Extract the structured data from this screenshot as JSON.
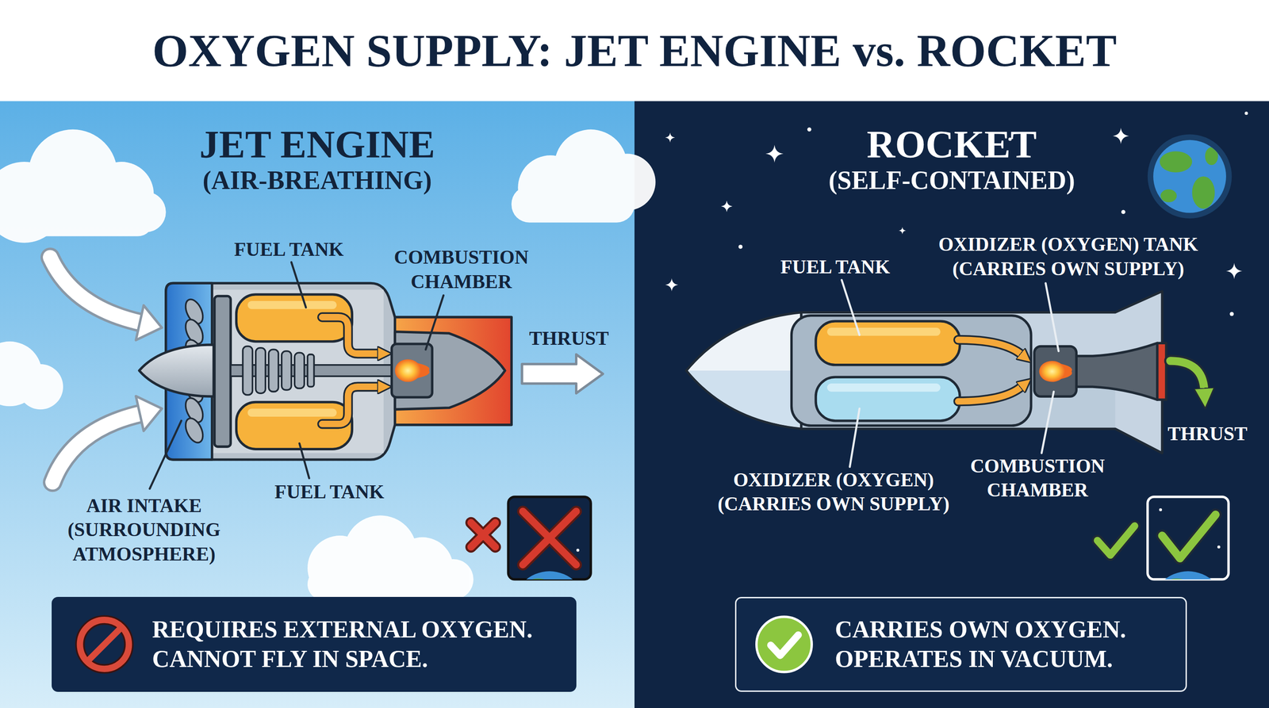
{
  "diagram": {
    "title": "OXYGEN SUPPLY: JET ENGINE vs. ROCKET",
    "nodes": [
      {
        "text": [
          "JET ENGINE",
          "(AIR-BREATHING)"
        ]
      },
      {
        "text": [
          "REQUIRES EXTERNAL OXYGEN. CANNOT FLY IN SPACE."
        ],
        "in": 0
      },
      {
        "text": [
          "ROCKET",
          "(SELF-CONTAINED)"
        ]
      },
      {
        "text": [
          "CARRIES OWN OXYGEN. OPERATES IN VACUUM."
        ],
        "in": 2
      }
    ],
    "labels": [
      "FUEL TANK",
      "COMBUSTION CHAMBER",
      "THRUST",
      "AIR INTAKE (SURROUNDING ATMOSPHERE)",
      "FUEL TANK",
      "FUEL TANK",
      "OXIDIZER (OXYGEN) TANK (CARRIES OWN SUPPLY)",
      "THRUST",
      "OXIDIZER (OXYGEN) (CARRIES OWN SUPPLY)",
      "COMBUSTION CHAMBER"
    ]
  }
}
